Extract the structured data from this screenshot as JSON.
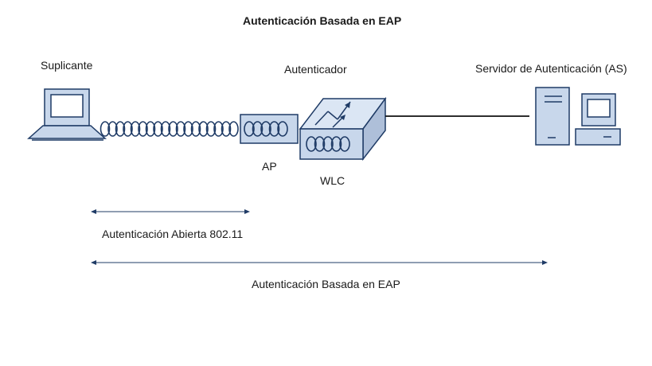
{
  "title": "Autenticación Basada en EAP",
  "nodes": {
    "supplicant": {
      "label": "Suplicante",
      "icon": "laptop-icon"
    },
    "ap": {
      "label": "AP",
      "icon": "access-point-icon"
    },
    "authenticator": {
      "label": "Autenticador"
    },
    "wlc": {
      "label": "WLC",
      "icon": "wlc-icon"
    },
    "server": {
      "label": "Servidor de Autenticación (AS)",
      "icon": "server-icon"
    }
  },
  "spans": {
    "open_auth": {
      "label": "Autenticación Abierta 802.11"
    },
    "eap_auth": {
      "label": "Autenticación Basada en EAP"
    }
  },
  "colors": {
    "device_fill": "#c8d7eb",
    "device_stroke": "#1f3b66",
    "wave": "#1f3b66",
    "line": "#111111",
    "arrow": "#1f3b66"
  }
}
